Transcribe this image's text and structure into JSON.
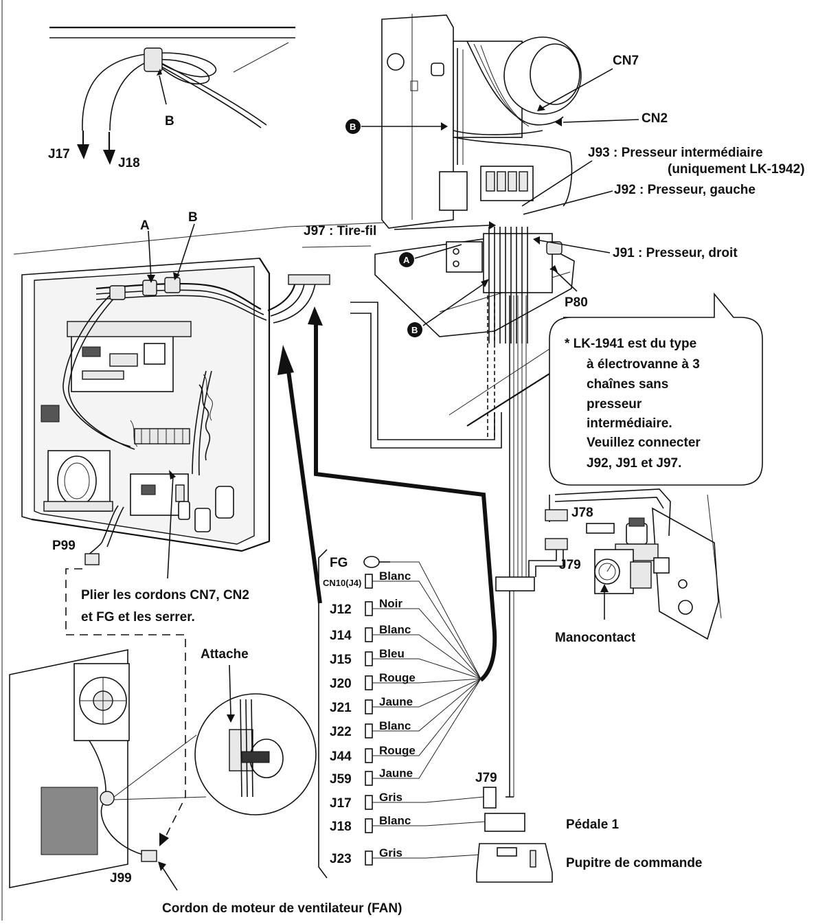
{
  "labels": {
    "top_left": {
      "b": "B",
      "j17": "J17",
      "j18": "J18"
    },
    "box": {
      "a": "A",
      "b": "B"
    },
    "p99": "P99",
    "fold_note_1": "Plier les cordons CN7, CN2",
    "fold_note_2": "et FG et les serrer.",
    "attache": "Attache",
    "j99": "J99",
    "fan_cord": "Cordon de moteur de ventilateur (FAN)",
    "machine": {
      "cn7": "CN7",
      "cn2": "CN2",
      "b_marker": "B",
      "a_marker": "A",
      "j93_line1": "J93 : Presseur intermédiaire",
      "j93_line2": "(uniquement LK-1942)",
      "j92": "J92 : Presseur, gauche",
      "j97": "J97 : Tire-fil",
      "j91": "J91 : Presseur, droit",
      "p80": "P80"
    },
    "callout": [
      "* LK-1941 est du type",
      "à électrovanne à 3",
      "chaînes sans",
      "presseur",
      "intermédiaire.",
      "Veuillez connecter",
      "J92, J91 et J97."
    ],
    "j78": "J78",
    "j79_valve": "J79",
    "manocontact": "Manocontact",
    "j79_bottom": "J79",
    "pedale": "Pédale 1",
    "pupitre": "Pupitre de commande"
  },
  "connectors": [
    {
      "id": "FG",
      "color": ""
    },
    {
      "id": "CN10(J4)",
      "color": "Blanc"
    },
    {
      "id": "J12",
      "color": "Noir"
    },
    {
      "id": "J14",
      "color": "Blanc"
    },
    {
      "id": "J15",
      "color": "Bleu"
    },
    {
      "id": "J20",
      "color": "Rouge"
    },
    {
      "id": "J21",
      "color": "Jaune"
    },
    {
      "id": "J22",
      "color": "Blanc"
    },
    {
      "id": "J44",
      "color": "Rouge"
    },
    {
      "id": "J59",
      "color": "Jaune"
    },
    {
      "id": "J17",
      "color": "Gris"
    },
    {
      "id": "J18",
      "color": "Blanc"
    },
    {
      "id": "J23",
      "color": "Gris"
    }
  ]
}
